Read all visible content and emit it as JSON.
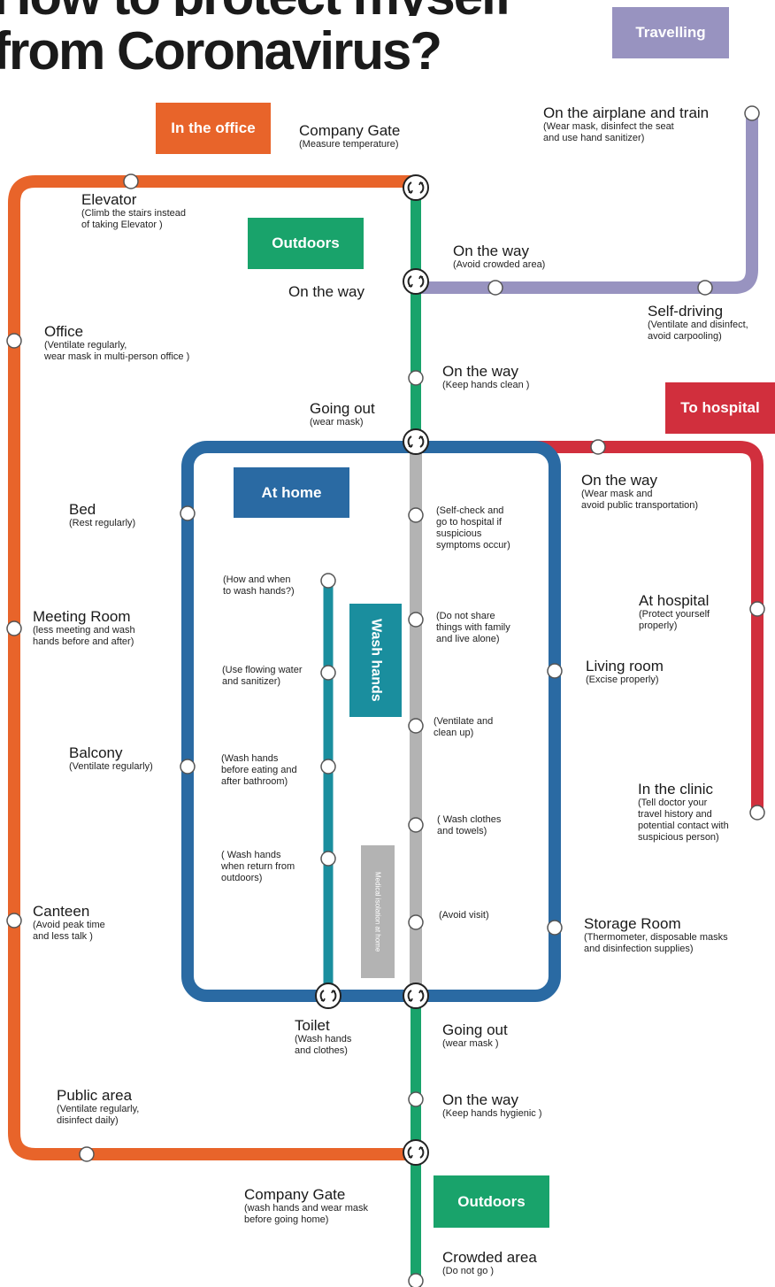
{
  "header": {
    "title_line_1": "How to protect myself",
    "title_line_2": "from Coronavirus?"
  },
  "tags": {
    "travelling": "Travelling",
    "in_the_office": "In the office",
    "outdoors_top": "Outdoors",
    "to_hospital": "To hospital",
    "at_home": "At home",
    "wash_hands": "Wash hands",
    "medical_isolation": "Medical isolation at home",
    "outdoors_bottom": "Outdoors"
  },
  "colors": {
    "office_line": "#e8642a",
    "travel_line": "#9893c0",
    "outdoors_line": "#19a36b",
    "hospital_line": "#d12f3d",
    "home_line": "#2a6aa3",
    "wash_line": "#1a8e9e",
    "isolation_line": "#b3b3b3"
  },
  "stations": {
    "airplane": {
      "name": "On the airplane and train",
      "note": "(Wear mask, disinfect the seat\nand use hand sanitizer)"
    },
    "company_gate_top": {
      "name": "Company Gate",
      "note": "(Measure temperature)"
    },
    "elevator": {
      "name": "Elevator",
      "note": "(Climb the stairs instead\nof taking Elevator )"
    },
    "on_the_way_crowded": {
      "name": "On the way",
      "note": "(Avoid crowded area)"
    },
    "on_the_way_plain": {
      "name": "On the way",
      "note": ""
    },
    "self_driving": {
      "name": "Self-driving",
      "note": "(Ventilate and disinfect,\navoid carpooling)"
    },
    "office": {
      "name": "Office",
      "note": "(Ventilate regularly,\nwear mask in multi-person office )"
    },
    "on_the_way_clean": {
      "name": "On the way",
      "note": "(Keep hands clean )"
    },
    "going_out_top": {
      "name": "Going out",
      "note": "(wear mask)"
    },
    "on_the_way_hospital": {
      "name": "On the way",
      "note": "(Wear mask and\navoid public transportation)"
    },
    "bed": {
      "name": "Bed",
      "note": "(Rest regularly)"
    },
    "self_check": {
      "name": "",
      "note": "(Self-check and\ngo to hospital if\nsuspicious\nsymptoms occur)"
    },
    "how_when": {
      "name": "",
      "note": "(How and when\nto wash hands?)"
    },
    "meeting_room": {
      "name": "Meeting Room",
      "note": "(less meeting and wash\nhands before and after)"
    },
    "not_share": {
      "name": "",
      "note": "(Do not share\nthings with family\nand live alone)"
    },
    "at_hospital": {
      "name": "At hospital",
      "note": "(Protect yourself\nproperly)"
    },
    "flowing_water": {
      "name": "",
      "note": "(Use flowing water\nand sanitizer)"
    },
    "living_room": {
      "name": "Living room",
      "note": "(Excise properly)"
    },
    "ventilate_clean": {
      "name": "",
      "note": "(Ventilate and\nclean up)"
    },
    "balcony": {
      "name": "Balcony",
      "note": "(Ventilate regularly)"
    },
    "wash_before_eating": {
      "name": "",
      "note": "(Wash hands\nbefore eating and\nafter bathroom)"
    },
    "in_the_clinic": {
      "name": "In the clinic",
      "note": "(Tell doctor your\ntravel history and\npotential contact with\nsuspicious person)"
    },
    "wash_clothes": {
      "name": "",
      "note": "( Wash clothes\nand towels)"
    },
    "wash_return": {
      "name": "",
      "note": "( Wash hands\nwhen return from\noutdoors)"
    },
    "canteen": {
      "name": "Canteen",
      "note": "(Avoid peak time\nand less talk )"
    },
    "avoid_visit": {
      "name": "",
      "note": "(Avoid visit)"
    },
    "storage_room": {
      "name": "Storage Room",
      "note": "(Thermometer, disposable masks\nand disinfection supplies)"
    },
    "toilet": {
      "name": "Toilet",
      "note": "(Wash hands\nand clothes)"
    },
    "going_out_bottom": {
      "name": "Going out",
      "note": "(wear mask )"
    },
    "public_area": {
      "name": "Public area",
      "note": "(Ventilate regularly,\ndisinfect daily)"
    },
    "on_the_way_hygienic": {
      "name": "On the way",
      "note": "(Keep hands hygienic )"
    },
    "company_gate_bottom": {
      "name": "Company Gate",
      "note": "(wash hands and wear mask\nbefore going home)"
    },
    "crowded_area": {
      "name": "Crowded area",
      "note": "(Do not go )"
    }
  }
}
